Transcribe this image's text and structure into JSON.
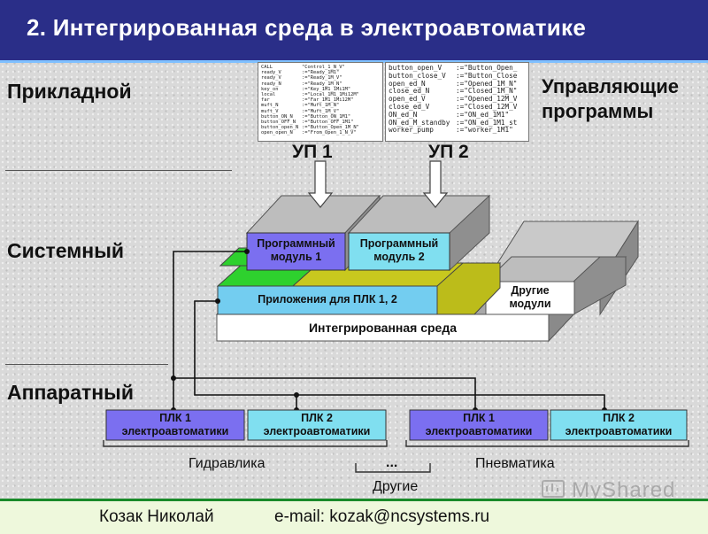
{
  "header": {
    "title": "2. Интегрированная среда в электроавтоматике"
  },
  "levels": {
    "applied": "Прикладной",
    "system": "Системный",
    "hardware": "Аппаратный"
  },
  "control_programs": {
    "label_line1": "Управляющие",
    "label_line2": "программы"
  },
  "up1": {
    "label": "УП 1",
    "code": [
      [
        "CALL",
        "\"Control_1_N_V\""
      ],
      [
        "ready_V",
        ":=\"Ready_1M1\""
      ],
      [
        "ready_V",
        ":=\"Ready_1M_V\""
      ],
      [
        "ready_N",
        ":=\"Ready_1M_N\""
      ],
      [
        "key_on",
        ":=\"Key_1M1_1Mi1M\""
      ],
      [
        "local",
        ":=\"Local_1M1_1Mi12M\""
      ],
      [
        "far",
        ":=\"Far_1M1_1Mi12M\""
      ],
      [
        "muft_N",
        ":=\"Muft_1M_N\""
      ],
      [
        "muft_V",
        ":=\"Muft_1M_V\""
      ],
      [
        "button_ON_N",
        ":=\"Button_ON_1M1\""
      ],
      [
        "button_OFF_N",
        ":=\"Button_OFF_1M1\""
      ],
      [
        "button_open_N",
        ":=\"Button_Open_1M_N\""
      ],
      [
        "open_open_N",
        ":=\"From_Open_1_N_V\""
      ]
    ]
  },
  "up2": {
    "label": "УП 2",
    "code": [
      [
        "button_open_V",
        ":=\"Button_Open_"
      ],
      [
        "button_close_V",
        ":=\"Button_Close"
      ],
      [
        "open_ed_N",
        ":=\"Opened_1M_N\""
      ],
      [
        "close_ed_N",
        ":=\"Closed_1M_N\""
      ],
      [
        "open_ed_V",
        ":=\"Opened_12M_V"
      ],
      [
        "close_ed_V",
        ":=\"Closed_12M_V"
      ],
      [
        "ON_ed_N",
        ":=\"ON_ed_1M1\""
      ],
      [
        "ON_ed_M_standby",
        ":=\"ON_ed_1M1_st"
      ],
      [
        "worker_pump",
        ":=\"worker_1M1\""
      ]
    ]
  },
  "modules": {
    "prog1_line1": "Программный",
    "prog1_line2": "модуль 1",
    "prog2_line1": "Программный",
    "prog2_line2": "модуль 2",
    "apps": "Приложения для ПЛК 1, 2",
    "other_line1": "Другие",
    "other_line2": "модули",
    "env": "Интегрированная среда"
  },
  "plcs": [
    {
      "line1": "ПЛК 1",
      "line2": "электроавтоматики"
    },
    {
      "line1": "ПЛК 2",
      "line2": "электроавтоматики"
    },
    {
      "line1": "ПЛК 1",
      "line2": "электроавтоматики"
    },
    {
      "line1": "ПЛК 2",
      "line2": "электроавтоматики"
    }
  ],
  "groups": {
    "hydraulics": "Гидравлика",
    "pneumatics": "Пневматика",
    "ellipsis": "...",
    "other": "Другие"
  },
  "footer": {
    "author": "Козак Николай",
    "email": "e-mail: kozak@ncsystems.ru"
  },
  "watermark": "MyShared",
  "colors": {
    "header_bg": "#2a2e88",
    "prog_module": "#7b6ff0",
    "prog_module2": "#80dff0",
    "apps": "#73cdf0",
    "green": "#33cc33",
    "yellow": "#cccc22",
    "plc_hyd": "#7b6ff0",
    "plc_cyan": "#80dff0",
    "footer_border": "#1a8a2a"
  }
}
